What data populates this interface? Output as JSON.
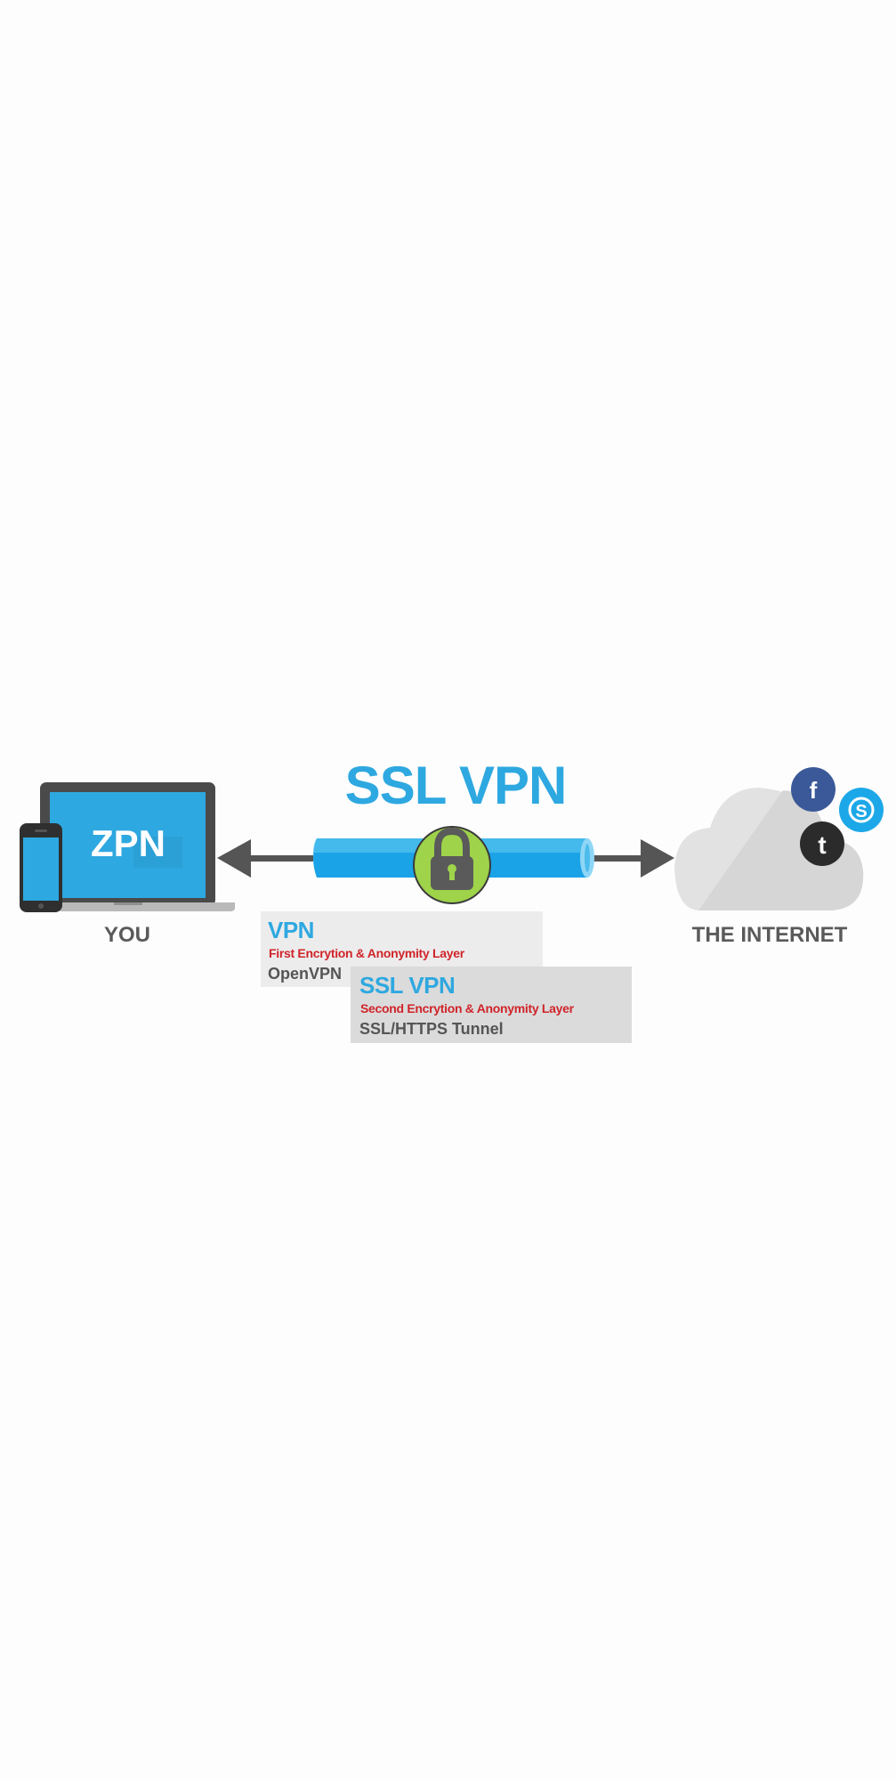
{
  "title": "SSL VPN",
  "client": {
    "device_brand": "ZPN",
    "label": "YOU"
  },
  "internet": {
    "label": "THE INTERNET",
    "social_icons": [
      "facebook-icon",
      "skype-icon",
      "twitter-icon"
    ]
  },
  "layers": [
    {
      "name": "VPN",
      "description": "First Encrytion & Anonymity Layer",
      "protocol": "OpenVPN"
    },
    {
      "name": "SSL VPN",
      "description": "Second Encrytion & Anonymity Layer",
      "protocol": "SSL/HTTPS Tunnel"
    }
  ],
  "colors": {
    "accent_blue": "#2ea8e0",
    "tunnel_blue": "#1ba3e8",
    "lock_green": "#9ed34a",
    "subtitle_red": "#d0242a",
    "dark_gray": "#555555",
    "cloud_gray": "#e2e2e2",
    "facebook": "#3b5998",
    "skype": "#1ca8e8",
    "twitter_dark": "#2b2b2b"
  }
}
